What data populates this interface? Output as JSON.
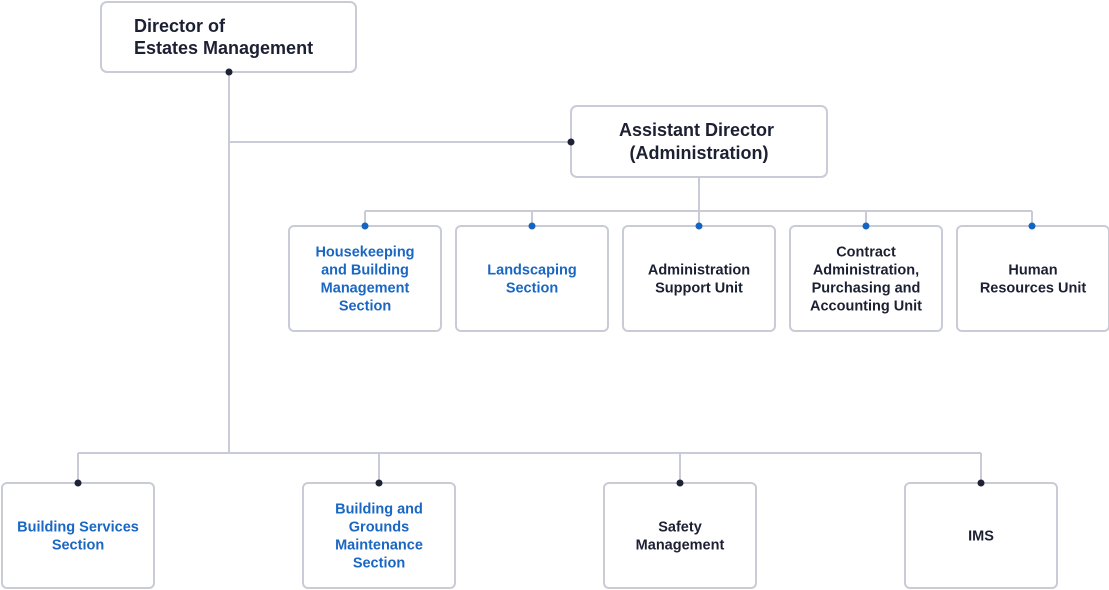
{
  "colors": {
    "box_border": "#c9ccd6",
    "connector": "#c9ccd6",
    "text_dark": "#1c2033",
    "text_link": "#1a67c3",
    "dot_dark": "#1e2235",
    "dot_blue": "#1565c0"
  },
  "director": {
    "lines": [
      "Director of",
      "Estates Management"
    ]
  },
  "assistant_director": {
    "lines": [
      "Assistant Director",
      "(Administration)"
    ]
  },
  "admin_units": [
    {
      "lines": [
        "Housekeeping",
        "and Building",
        "Management",
        "Section"
      ],
      "link": true
    },
    {
      "lines": [
        "Landscaping",
        "Section"
      ],
      "link": true
    },
    {
      "lines": [
        "Administration",
        "Support Unit"
      ],
      "link": false
    },
    {
      "lines": [
        "Contract",
        "Administration,",
        "Purchasing and",
        "Accounting Unit"
      ],
      "link": false
    },
    {
      "lines": [
        "Human",
        "Resources Unit"
      ],
      "link": false
    }
  ],
  "sections": [
    {
      "lines": [
        "Building Services",
        "Section"
      ],
      "link": true
    },
    {
      "lines": [
        "Building and",
        "Grounds",
        "Maintenance",
        "Section"
      ],
      "link": true
    },
    {
      "lines": [
        "Safety",
        "Management"
      ],
      "link": false
    },
    {
      "lines": [
        "IMS"
      ],
      "link": false
    }
  ]
}
